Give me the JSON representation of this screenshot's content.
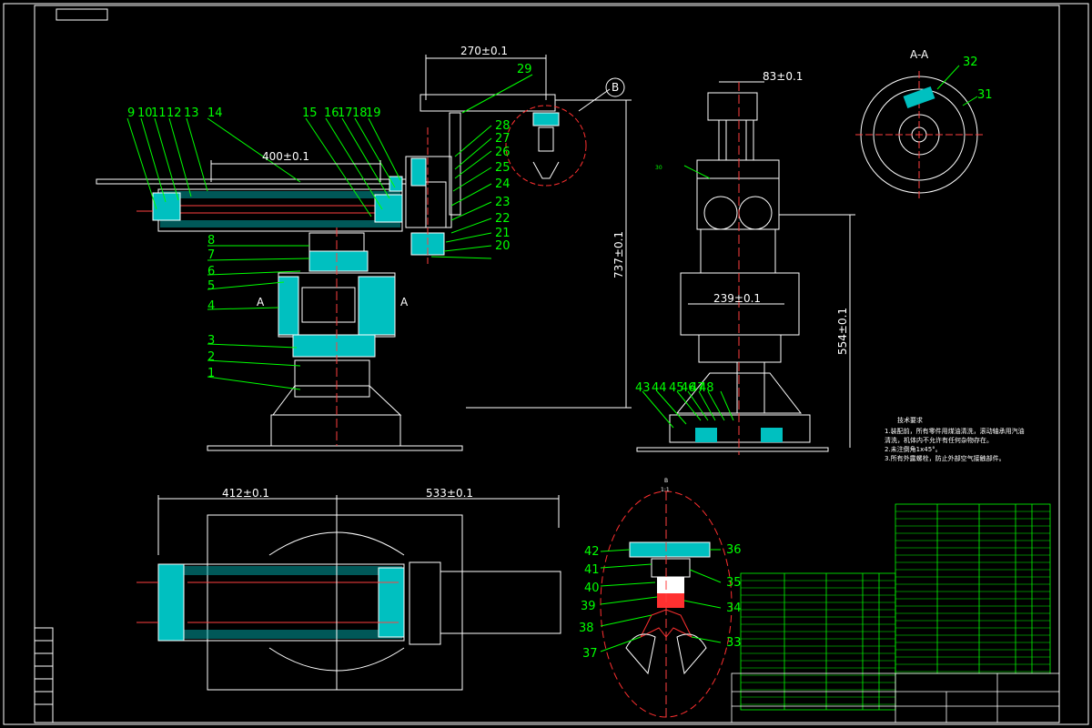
{
  "title_block_tab": "",
  "part_labels_left": [
    "9",
    "10",
    "11",
    "12",
    "13",
    "14",
    "15",
    "16",
    "17",
    "18",
    "19"
  ],
  "part_labels_mid": [
    "29",
    "28",
    "27",
    "26",
    "25",
    "24",
    "23",
    "22",
    "21",
    "20"
  ],
  "part_labels_body": [
    "8",
    "7",
    "6",
    "5",
    "4",
    "3",
    "2",
    "1"
  ],
  "part_labels_right": [
    "30",
    "43",
    "44",
    "45",
    "46",
    "47",
    "48"
  ],
  "part_labels_section": [
    "32",
    "31"
  ],
  "part_labels_detail_left": [
    "42",
    "41",
    "40",
    "39",
    "38",
    "37"
  ],
  "part_labels_detail_right": [
    "36",
    "35",
    "34",
    "33"
  ],
  "dimensions": {
    "d270": "270±0.1",
    "d400": "400±0.1",
    "d737": "737±0.1",
    "d83": "83±0.1",
    "d239": "239±0.1",
    "d554": "554±0.1",
    "d412": "412±0.1",
    "d533": "533±0.1"
  },
  "section_label": "A-A",
  "section_mark_a": "A",
  "detail_mark_b": "B",
  "detail_scale": "1:1",
  "notes_title": "技术要求",
  "notes": [
    "1.装配前，所有零件用煤油清洗，滚动轴承用汽油",
    "清洗，机体内不允许有任何杂物存在。",
    "2.未注倒角1x45°。",
    "3.所有外露螺栓，防止外部空气接触部件。"
  ],
  "colors": {
    "background": "#000000",
    "outline": "#ffffff",
    "hatch": "#00ffff",
    "leader": "#00ff00",
    "centerline": "#ff0000",
    "label": "#00ff00"
  }
}
